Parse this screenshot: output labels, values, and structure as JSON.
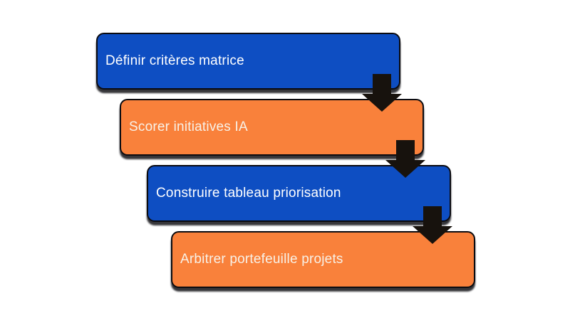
{
  "diagram": {
    "type": "step-down-process",
    "background": "#FFFFFF",
    "outline_color": "#0B0B10",
    "arrow_color": "#17120D",
    "steps": [
      {
        "label": "Définir critères matrice",
        "fill": "#0E4EC2",
        "text_color": "#FFFFFF"
      },
      {
        "label": "Scorer initiatives IA",
        "fill": "#F9813B",
        "text_color": "#F8F1E7"
      },
      {
        "label": "Construire tableau priorisation",
        "fill": "#0E4EC2",
        "text_color": "#FFFFFF"
      },
      {
        "label": "Arbitrer portefeuille projets",
        "fill": "#F9813B",
        "text_color": "#F8F1E7"
      }
    ]
  }
}
